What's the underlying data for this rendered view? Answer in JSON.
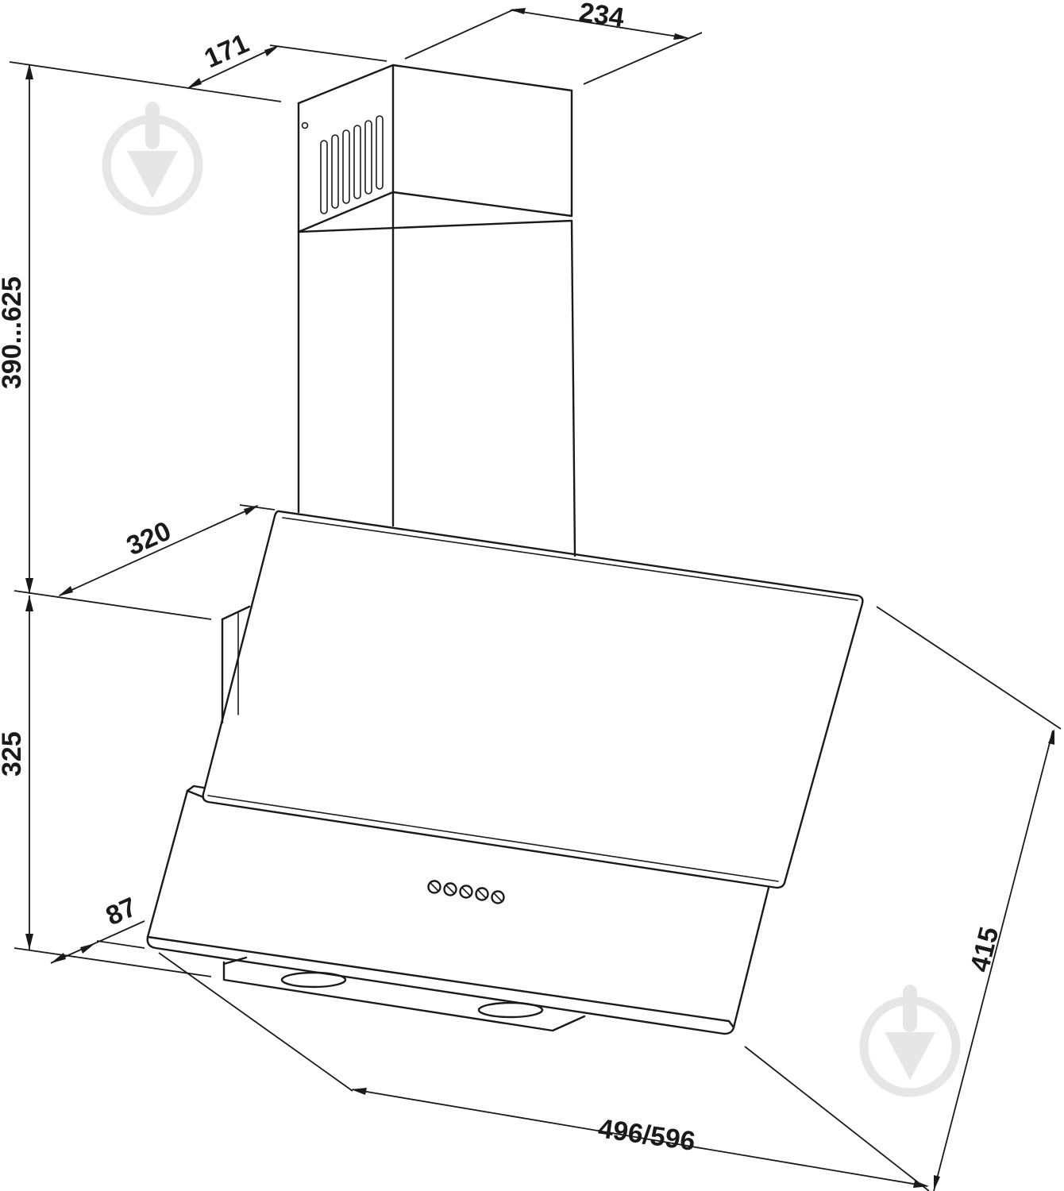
{
  "dimensions": {
    "chimney_depth": "171",
    "chimney_width": "234",
    "total_height_range": "390...625",
    "hood_depth": "320",
    "hood_height": "325",
    "bottom_depth": "87",
    "hood_width": "496/596",
    "glass_diagonal": "415"
  },
  "watermark": {
    "icon": "logo-watermark-icon",
    "color": "#e6e6e6"
  },
  "colors": {
    "line": "#1a1a1a",
    "background": "#ffffff"
  }
}
